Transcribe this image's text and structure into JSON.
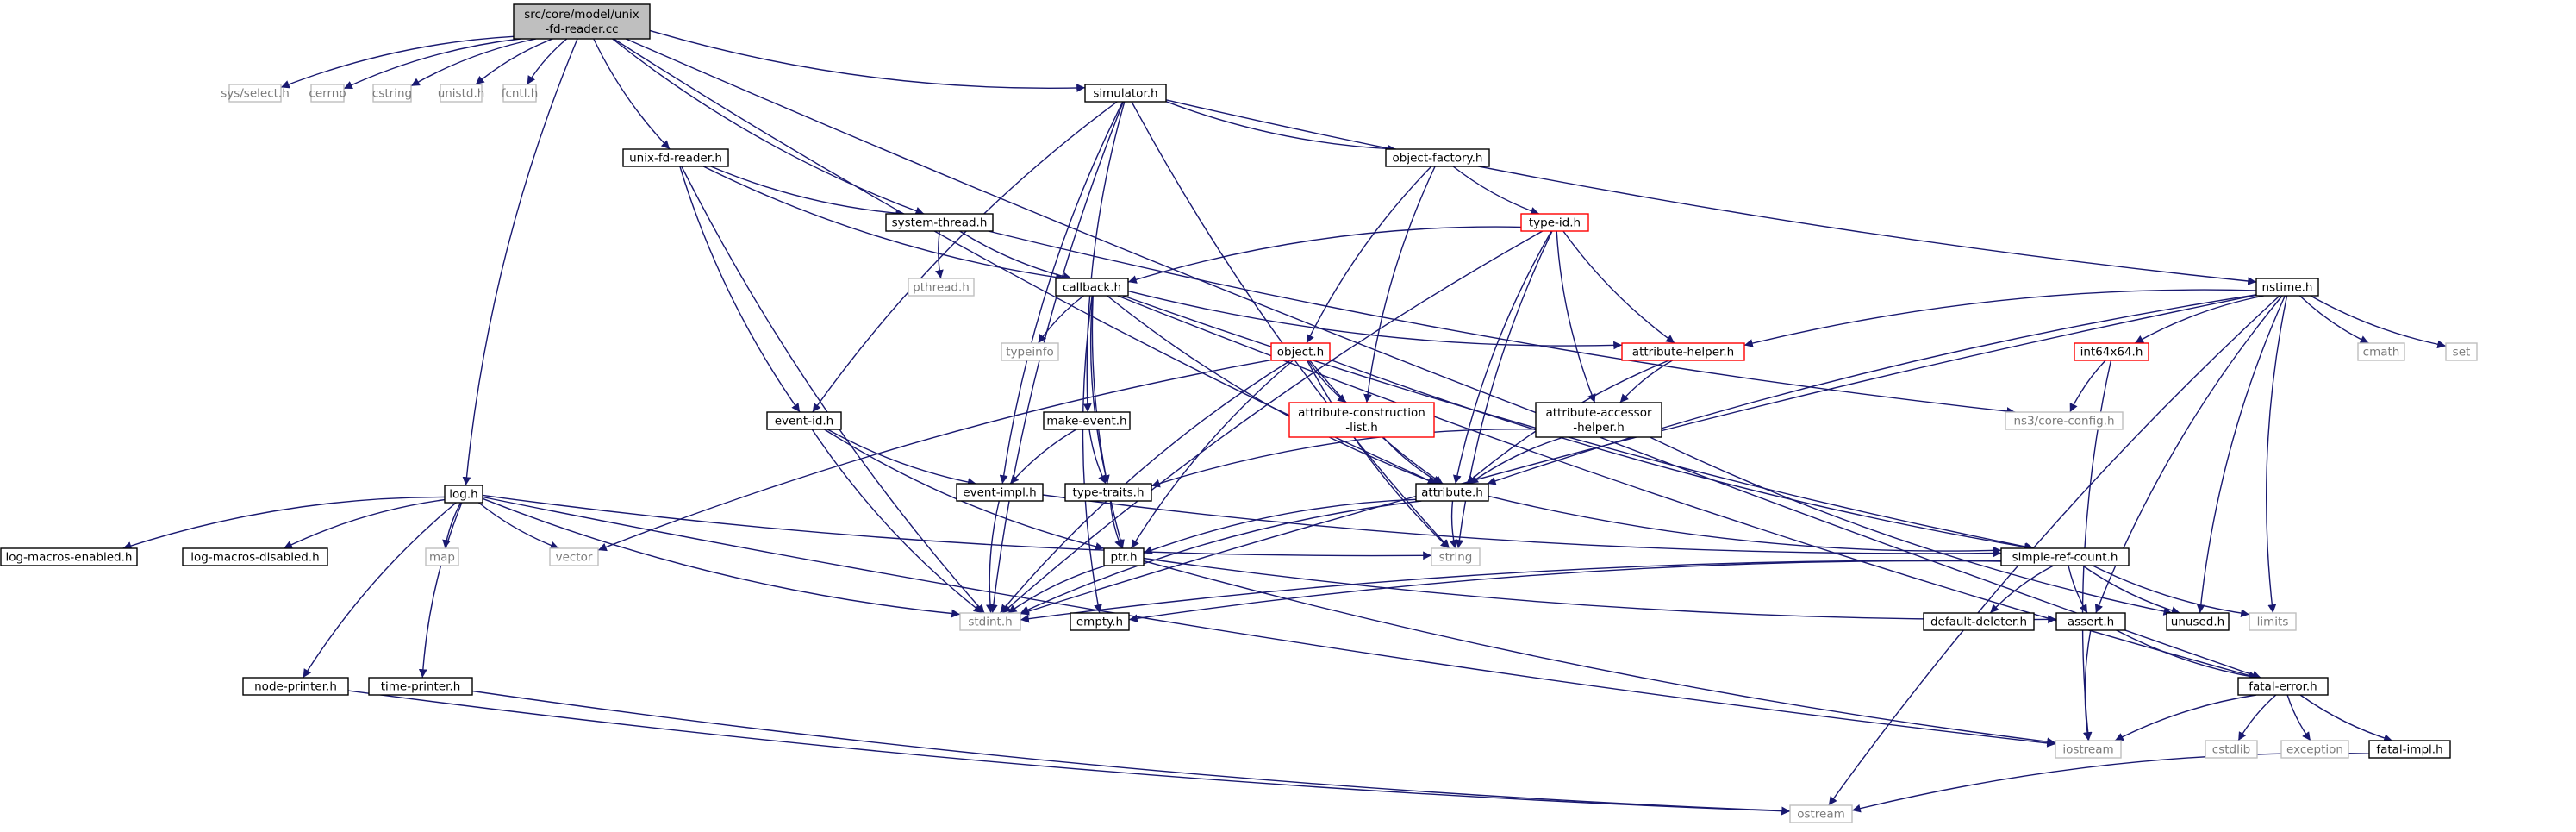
{
  "graph": {
    "colors": {
      "edge": "#191970",
      "root_fill": "#bfbfbf",
      "node_border": "#000000",
      "incomplete_border": "#ff0000",
      "external_border": "#bfbfbf",
      "external_text": "#7a7a7a"
    },
    "nodes": [
      {
        "id": "root",
        "lines": [
          "src/core/model/unix",
          "-fd-reader.cc"
        ],
        "kind": "root"
      },
      {
        "id": "sys_select",
        "lines": [
          "sys/select.h"
        ],
        "kind": "external"
      },
      {
        "id": "cerrno",
        "lines": [
          "cerrno"
        ],
        "kind": "external"
      },
      {
        "id": "cstring",
        "lines": [
          "cstring"
        ],
        "kind": "external"
      },
      {
        "id": "unistd",
        "lines": [
          "unistd.h"
        ],
        "kind": "external"
      },
      {
        "id": "fcntl",
        "lines": [
          "fcntl.h"
        ],
        "kind": "external"
      },
      {
        "id": "simulator",
        "lines": [
          "simulator.h"
        ],
        "kind": "normal"
      },
      {
        "id": "unix_fd_reader",
        "lines": [
          "unix-fd-reader.h"
        ],
        "kind": "normal"
      },
      {
        "id": "object_factory",
        "lines": [
          "object-factory.h"
        ],
        "kind": "normal"
      },
      {
        "id": "system_thread",
        "lines": [
          "system-thread.h"
        ],
        "kind": "normal"
      },
      {
        "id": "type_id",
        "lines": [
          "type-id.h"
        ],
        "kind": "incomplete"
      },
      {
        "id": "pthread",
        "lines": [
          "pthread.h"
        ],
        "kind": "external"
      },
      {
        "id": "callback",
        "lines": [
          "callback.h"
        ],
        "kind": "normal"
      },
      {
        "id": "nstime",
        "lines": [
          "nstime.h"
        ],
        "kind": "normal"
      },
      {
        "id": "typeinfo",
        "lines": [
          "typeinfo"
        ],
        "kind": "external"
      },
      {
        "id": "object",
        "lines": [
          "object.h"
        ],
        "kind": "incomplete"
      },
      {
        "id": "attribute_helper",
        "lines": [
          "attribute-helper.h"
        ],
        "kind": "incomplete"
      },
      {
        "id": "int64x64",
        "lines": [
          "int64x64.h"
        ],
        "kind": "incomplete"
      },
      {
        "id": "cmath",
        "lines": [
          "cmath"
        ],
        "kind": "external"
      },
      {
        "id": "set",
        "lines": [
          "set"
        ],
        "kind": "external"
      },
      {
        "id": "attr_construction",
        "lines": [
          "attribute-construction",
          "-list.h"
        ],
        "kind": "incomplete"
      },
      {
        "id": "attr_accessor",
        "lines": [
          "attribute-accessor",
          "-helper.h"
        ],
        "kind": "normal"
      },
      {
        "id": "ns3_core_config",
        "lines": [
          "ns3/core-config.h"
        ],
        "kind": "external"
      },
      {
        "id": "event_id",
        "lines": [
          "event-id.h"
        ],
        "kind": "normal"
      },
      {
        "id": "make_event",
        "lines": [
          "make-event.h"
        ],
        "kind": "normal"
      },
      {
        "id": "log",
        "lines": [
          "log.h"
        ],
        "kind": "normal"
      },
      {
        "id": "event_impl",
        "lines": [
          "event-impl.h"
        ],
        "kind": "normal"
      },
      {
        "id": "type_traits",
        "lines": [
          "type-traits.h"
        ],
        "kind": "normal"
      },
      {
        "id": "attribute",
        "lines": [
          "attribute.h"
        ],
        "kind": "normal"
      },
      {
        "id": "log_macros_enabled",
        "lines": [
          "log-macros-enabled.h"
        ],
        "kind": "normal"
      },
      {
        "id": "log_macros_disabled",
        "lines": [
          "log-macros-disabled.h"
        ],
        "kind": "normal"
      },
      {
        "id": "map",
        "lines": [
          "map"
        ],
        "kind": "external"
      },
      {
        "id": "vector",
        "lines": [
          "vector"
        ],
        "kind": "external"
      },
      {
        "id": "string",
        "lines": [
          "string"
        ],
        "kind": "external"
      },
      {
        "id": "ptr",
        "lines": [
          "ptr.h"
        ],
        "kind": "normal"
      },
      {
        "id": "simple_ref_count",
        "lines": [
          "simple-ref-count.h"
        ],
        "kind": "normal"
      },
      {
        "id": "limits",
        "lines": [
          "limits"
        ],
        "kind": "external"
      },
      {
        "id": "stdint",
        "lines": [
          "stdint.h"
        ],
        "kind": "external"
      },
      {
        "id": "empty",
        "lines": [
          "empty.h"
        ],
        "kind": "normal"
      },
      {
        "id": "default_deleter",
        "lines": [
          "default-deleter.h"
        ],
        "kind": "normal"
      },
      {
        "id": "assert",
        "lines": [
          "assert.h"
        ],
        "kind": "normal"
      },
      {
        "id": "unused",
        "lines": [
          "unused.h"
        ],
        "kind": "normal"
      },
      {
        "id": "node_printer",
        "lines": [
          "node-printer.h"
        ],
        "kind": "normal"
      },
      {
        "id": "time_printer",
        "lines": [
          "time-printer.h"
        ],
        "kind": "normal"
      },
      {
        "id": "fatal_error",
        "lines": [
          "fatal-error.h"
        ],
        "kind": "normal"
      },
      {
        "id": "iostream",
        "lines": [
          "iostream"
        ],
        "kind": "external"
      },
      {
        "id": "cstdlib",
        "lines": [
          "cstdlib"
        ],
        "kind": "external"
      },
      {
        "id": "exception",
        "lines": [
          "exception"
        ],
        "kind": "external"
      },
      {
        "id": "fatal_impl",
        "lines": [
          "fatal-impl.h"
        ],
        "kind": "normal"
      },
      {
        "id": "ostream",
        "lines": [
          "ostream"
        ],
        "kind": "external"
      }
    ],
    "edges": [
      [
        "root",
        "sys_select"
      ],
      [
        "root",
        "cerrno"
      ],
      [
        "root",
        "cstring"
      ],
      [
        "root",
        "unistd"
      ],
      [
        "root",
        "fcntl"
      ],
      [
        "root",
        "simulator"
      ],
      [
        "root",
        "unix_fd_reader"
      ],
      [
        "root",
        "system_thread"
      ],
      [
        "root",
        "log"
      ],
      [
        "root",
        "attribute"
      ],
      [
        "root",
        "fatal_error"
      ],
      [
        "simulator",
        "object_factory"
      ],
      [
        "simulator",
        "nstime"
      ],
      [
        "simulator",
        "event_id"
      ],
      [
        "simulator",
        "event_impl"
      ],
      [
        "simulator",
        "make_event"
      ],
      [
        "simulator",
        "stdint"
      ],
      [
        "simulator",
        "string"
      ],
      [
        "unix_fd_reader",
        "system_thread"
      ],
      [
        "unix_fd_reader",
        "callback"
      ],
      [
        "unix_fd_reader",
        "event_id"
      ],
      [
        "unix_fd_reader",
        "stdint"
      ],
      [
        "system_thread",
        "pthread"
      ],
      [
        "system_thread",
        "callback"
      ],
      [
        "system_thread",
        "ns3_core_config"
      ],
      [
        "object_factory",
        "type_id"
      ],
      [
        "object_factory",
        "object"
      ],
      [
        "object_factory",
        "attr_construction"
      ],
      [
        "type_id",
        "callback"
      ],
      [
        "type_id",
        "attribute"
      ],
      [
        "type_id",
        "attribute_helper"
      ],
      [
        "type_id",
        "attr_accessor"
      ],
      [
        "type_id",
        "string"
      ],
      [
        "type_id",
        "stdint"
      ],
      [
        "callback",
        "typeinfo"
      ],
      [
        "callback",
        "attribute_helper"
      ],
      [
        "callback",
        "attribute"
      ],
      [
        "callback",
        "ptr"
      ],
      [
        "callback",
        "type_traits"
      ],
      [
        "callback",
        "simple_ref_count"
      ],
      [
        "callback",
        "fatal_error"
      ],
      [
        "callback",
        "empty"
      ],
      [
        "nstime",
        "attribute_helper"
      ],
      [
        "nstime",
        "int64x64"
      ],
      [
        "nstime",
        "cmath"
      ],
      [
        "nstime",
        "set"
      ],
      [
        "nstime",
        "limits"
      ],
      [
        "nstime",
        "assert"
      ],
      [
        "nstime",
        "unused"
      ],
      [
        "nstime",
        "attribute"
      ],
      [
        "nstime",
        "stdint"
      ],
      [
        "nstime",
        "ostream"
      ],
      [
        "object",
        "attr_construction"
      ],
      [
        "object",
        "attribute"
      ],
      [
        "object",
        "ptr"
      ],
      [
        "object",
        "simple_ref_count"
      ],
      [
        "object",
        "vector"
      ],
      [
        "object",
        "string"
      ],
      [
        "object",
        "stdint"
      ],
      [
        "attribute_helper",
        "attr_accessor"
      ],
      [
        "attribute_helper",
        "attribute"
      ],
      [
        "int64x64",
        "ns3_core_config"
      ],
      [
        "int64x64",
        "iostream"
      ],
      [
        "attr_construction",
        "attribute"
      ],
      [
        "attr_accessor",
        "attribute"
      ],
      [
        "attr_accessor",
        "type_traits"
      ],
      [
        "attr_accessor",
        "unused"
      ],
      [
        "event_id",
        "event_impl"
      ],
      [
        "event_id",
        "ptr"
      ],
      [
        "event_id",
        "stdint"
      ],
      [
        "make_event",
        "event_impl"
      ],
      [
        "make_event",
        "type_traits"
      ],
      [
        "event_impl",
        "simple_ref_count"
      ],
      [
        "event_impl",
        "stdint"
      ],
      [
        "type_traits",
        "ptr"
      ],
      [
        "attribute",
        "string"
      ],
      [
        "attribute",
        "ptr"
      ],
      [
        "attribute",
        "simple_ref_count"
      ],
      [
        "attribute",
        "stdint"
      ],
      [
        "log",
        "log_macros_enabled"
      ],
      [
        "log",
        "log_macros_disabled"
      ],
      [
        "log",
        "map"
      ],
      [
        "log",
        "vector"
      ],
      [
        "log",
        "string"
      ],
      [
        "log",
        "stdint"
      ],
      [
        "log",
        "node_printer"
      ],
      [
        "log",
        "time_printer"
      ],
      [
        "log",
        "iostream"
      ],
      [
        "ptr",
        "assert"
      ],
      [
        "ptr",
        "stdint"
      ],
      [
        "ptr",
        "iostream"
      ],
      [
        "simple_ref_count",
        "assert"
      ],
      [
        "simple_ref_count",
        "default_deleter"
      ],
      [
        "simple_ref_count",
        "unused"
      ],
      [
        "simple_ref_count",
        "limits"
      ],
      [
        "simple_ref_count",
        "stdint"
      ],
      [
        "simple_ref_count",
        "empty"
      ],
      [
        "assert",
        "fatal_error"
      ],
      [
        "assert",
        "iostream"
      ],
      [
        "node_printer",
        "ostream"
      ],
      [
        "time_printer",
        "ostream"
      ],
      [
        "fatal_error",
        "iostream"
      ],
      [
        "fatal_error",
        "cstdlib"
      ],
      [
        "fatal_error",
        "exception"
      ],
      [
        "fatal_error",
        "fatal_impl"
      ],
      [
        "fatal_impl",
        "ostream"
      ]
    ]
  }
}
